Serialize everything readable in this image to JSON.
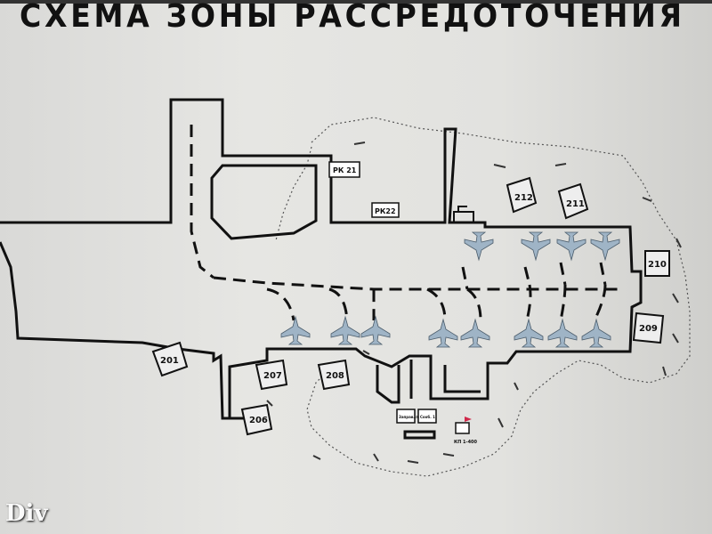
{
  "title": "СХЕМА ЗОНЫ РАССРЕДОТОЧЕНИЯ",
  "watermark": "Div",
  "colors": {
    "ink": "#111111",
    "board": "#e4e4e1",
    "aircraft": "#9fb4c6",
    "flag": "#d0284a"
  },
  "points": {
    "rk21": "РК 21",
    "rk22": "РК22",
    "box_left": "Заправ. пункт 2",
    "box_right": "Сооб. 1",
    "kp": "КП 1-400"
  },
  "shelters": [
    "212",
    "211",
    "210",
    "209",
    "201",
    "207",
    "208",
    "206"
  ]
}
